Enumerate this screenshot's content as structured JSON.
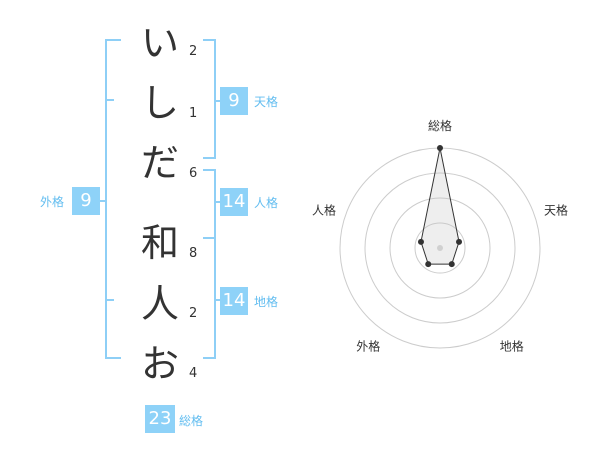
{
  "characters": [
    {
      "char": "い",
      "strokes": "2"
    },
    {
      "char": "し",
      "strokes": "1"
    },
    {
      "char": "だ",
      "strokes": "6"
    },
    {
      "char": "和",
      "strokes": "8"
    },
    {
      "char": "人",
      "strokes": "2"
    },
    {
      "char": "お",
      "strokes": "4"
    }
  ],
  "kakusu": {
    "gaikaku": {
      "value": "9",
      "label": "外格"
    },
    "tenkaku": {
      "value": "9",
      "label": "天格"
    },
    "jinkaku": {
      "value": "14",
      "label": "人格"
    },
    "chikaku": {
      "value": "14",
      "label": "地格"
    },
    "soukaku": {
      "value": "23",
      "label": "総格"
    }
  },
  "colors": {
    "accent": "#8ed2f8",
    "label": "#62bdf0",
    "bracket": "#8ecff6"
  },
  "chart_data": {
    "type": "radar",
    "axes": [
      "総格",
      "天格",
      "地格",
      "外格",
      "人格"
    ],
    "values": [
      5,
      1,
      1,
      1,
      1
    ],
    "max": 5,
    "rings": 4
  }
}
